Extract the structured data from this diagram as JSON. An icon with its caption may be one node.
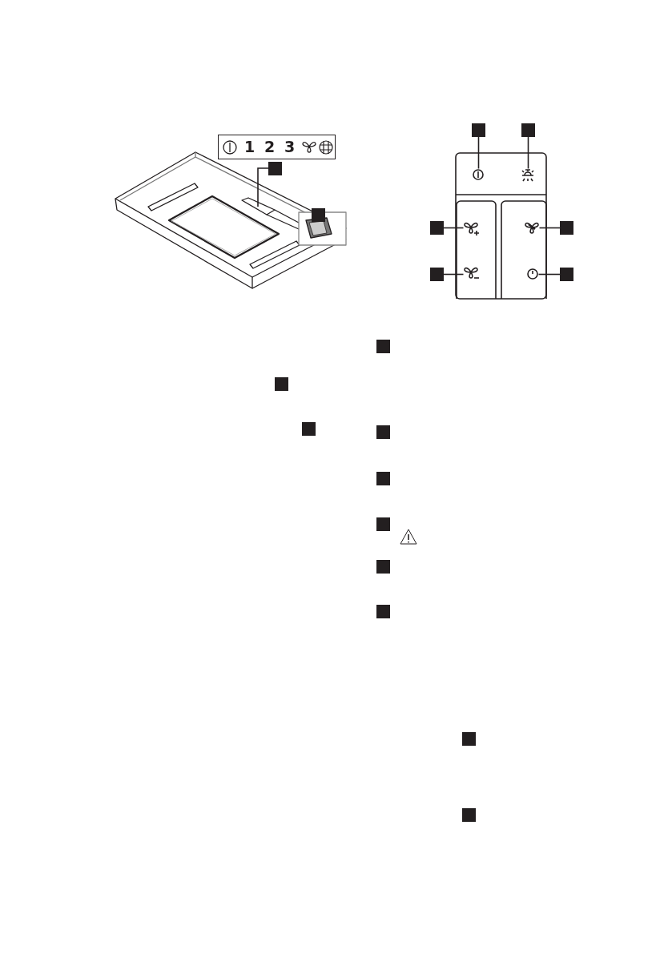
{
  "diagram": {
    "nodes": [
      {
        "text": [
          "1",
          "2",
          "3"
        ]
      },
      {
        "text": [],
        "shape": "box"
      },
      {
        "text": [],
        "shape": "box"
      },
      {
        "text": [],
        "shape": "box"
      },
      {
        "text": [],
        "shape": "box"
      },
      {
        "text": [],
        "shape": "box"
      },
      {
        "text": [],
        "shape": "box"
      },
      {
        "text": [],
        "shape": "box"
      },
      {
        "text": [],
        "shape": "box"
      },
      {
        "text": [],
        "shape": "box"
      },
      {
        "text": [],
        "shape": "box"
      },
      {
        "text": [],
        "shape": "box"
      },
      {
        "text": [],
        "shape": "box"
      },
      {
        "text": [],
        "shape": "box"
      },
      {
        "text": [],
        "shape": "box"
      },
      {
        "text": [],
        "shape": "box"
      },
      {
        "text": [],
        "shape": "box"
      },
      {
        "text": [],
        "shape": "box"
      },
      {
        "text": [],
        "shape": "box"
      },
      {
        "text": [],
        "shape": "icon"
      },
      {
        "text": [],
        "shape": "icon"
      },
      {
        "text": [],
        "shape": "icon"
      },
      {
        "text": [],
        "shape": "icon"
      },
      {
        "text": [],
        "shape": "icon"
      },
      {
        "text": [],
        "shape": "icon"
      }
    ],
    "edges": [
      {
        "from": 1,
        "to": null,
        "arrow": "none"
      },
      {
        "from": 3,
        "to": 19,
        "arrow": "none"
      },
      {
        "from": 4,
        "to": 20,
        "arrow": "none"
      },
      {
        "from": 5,
        "to": 21,
        "arrow": "none"
      },
      {
        "from": 6,
        "to": 22,
        "arrow": "none"
      },
      {
        "from": 7,
        "to": 23,
        "arrow": "none"
      },
      {
        "from": 8,
        "to": 24,
        "arrow": "none"
      }
    ]
  }
}
